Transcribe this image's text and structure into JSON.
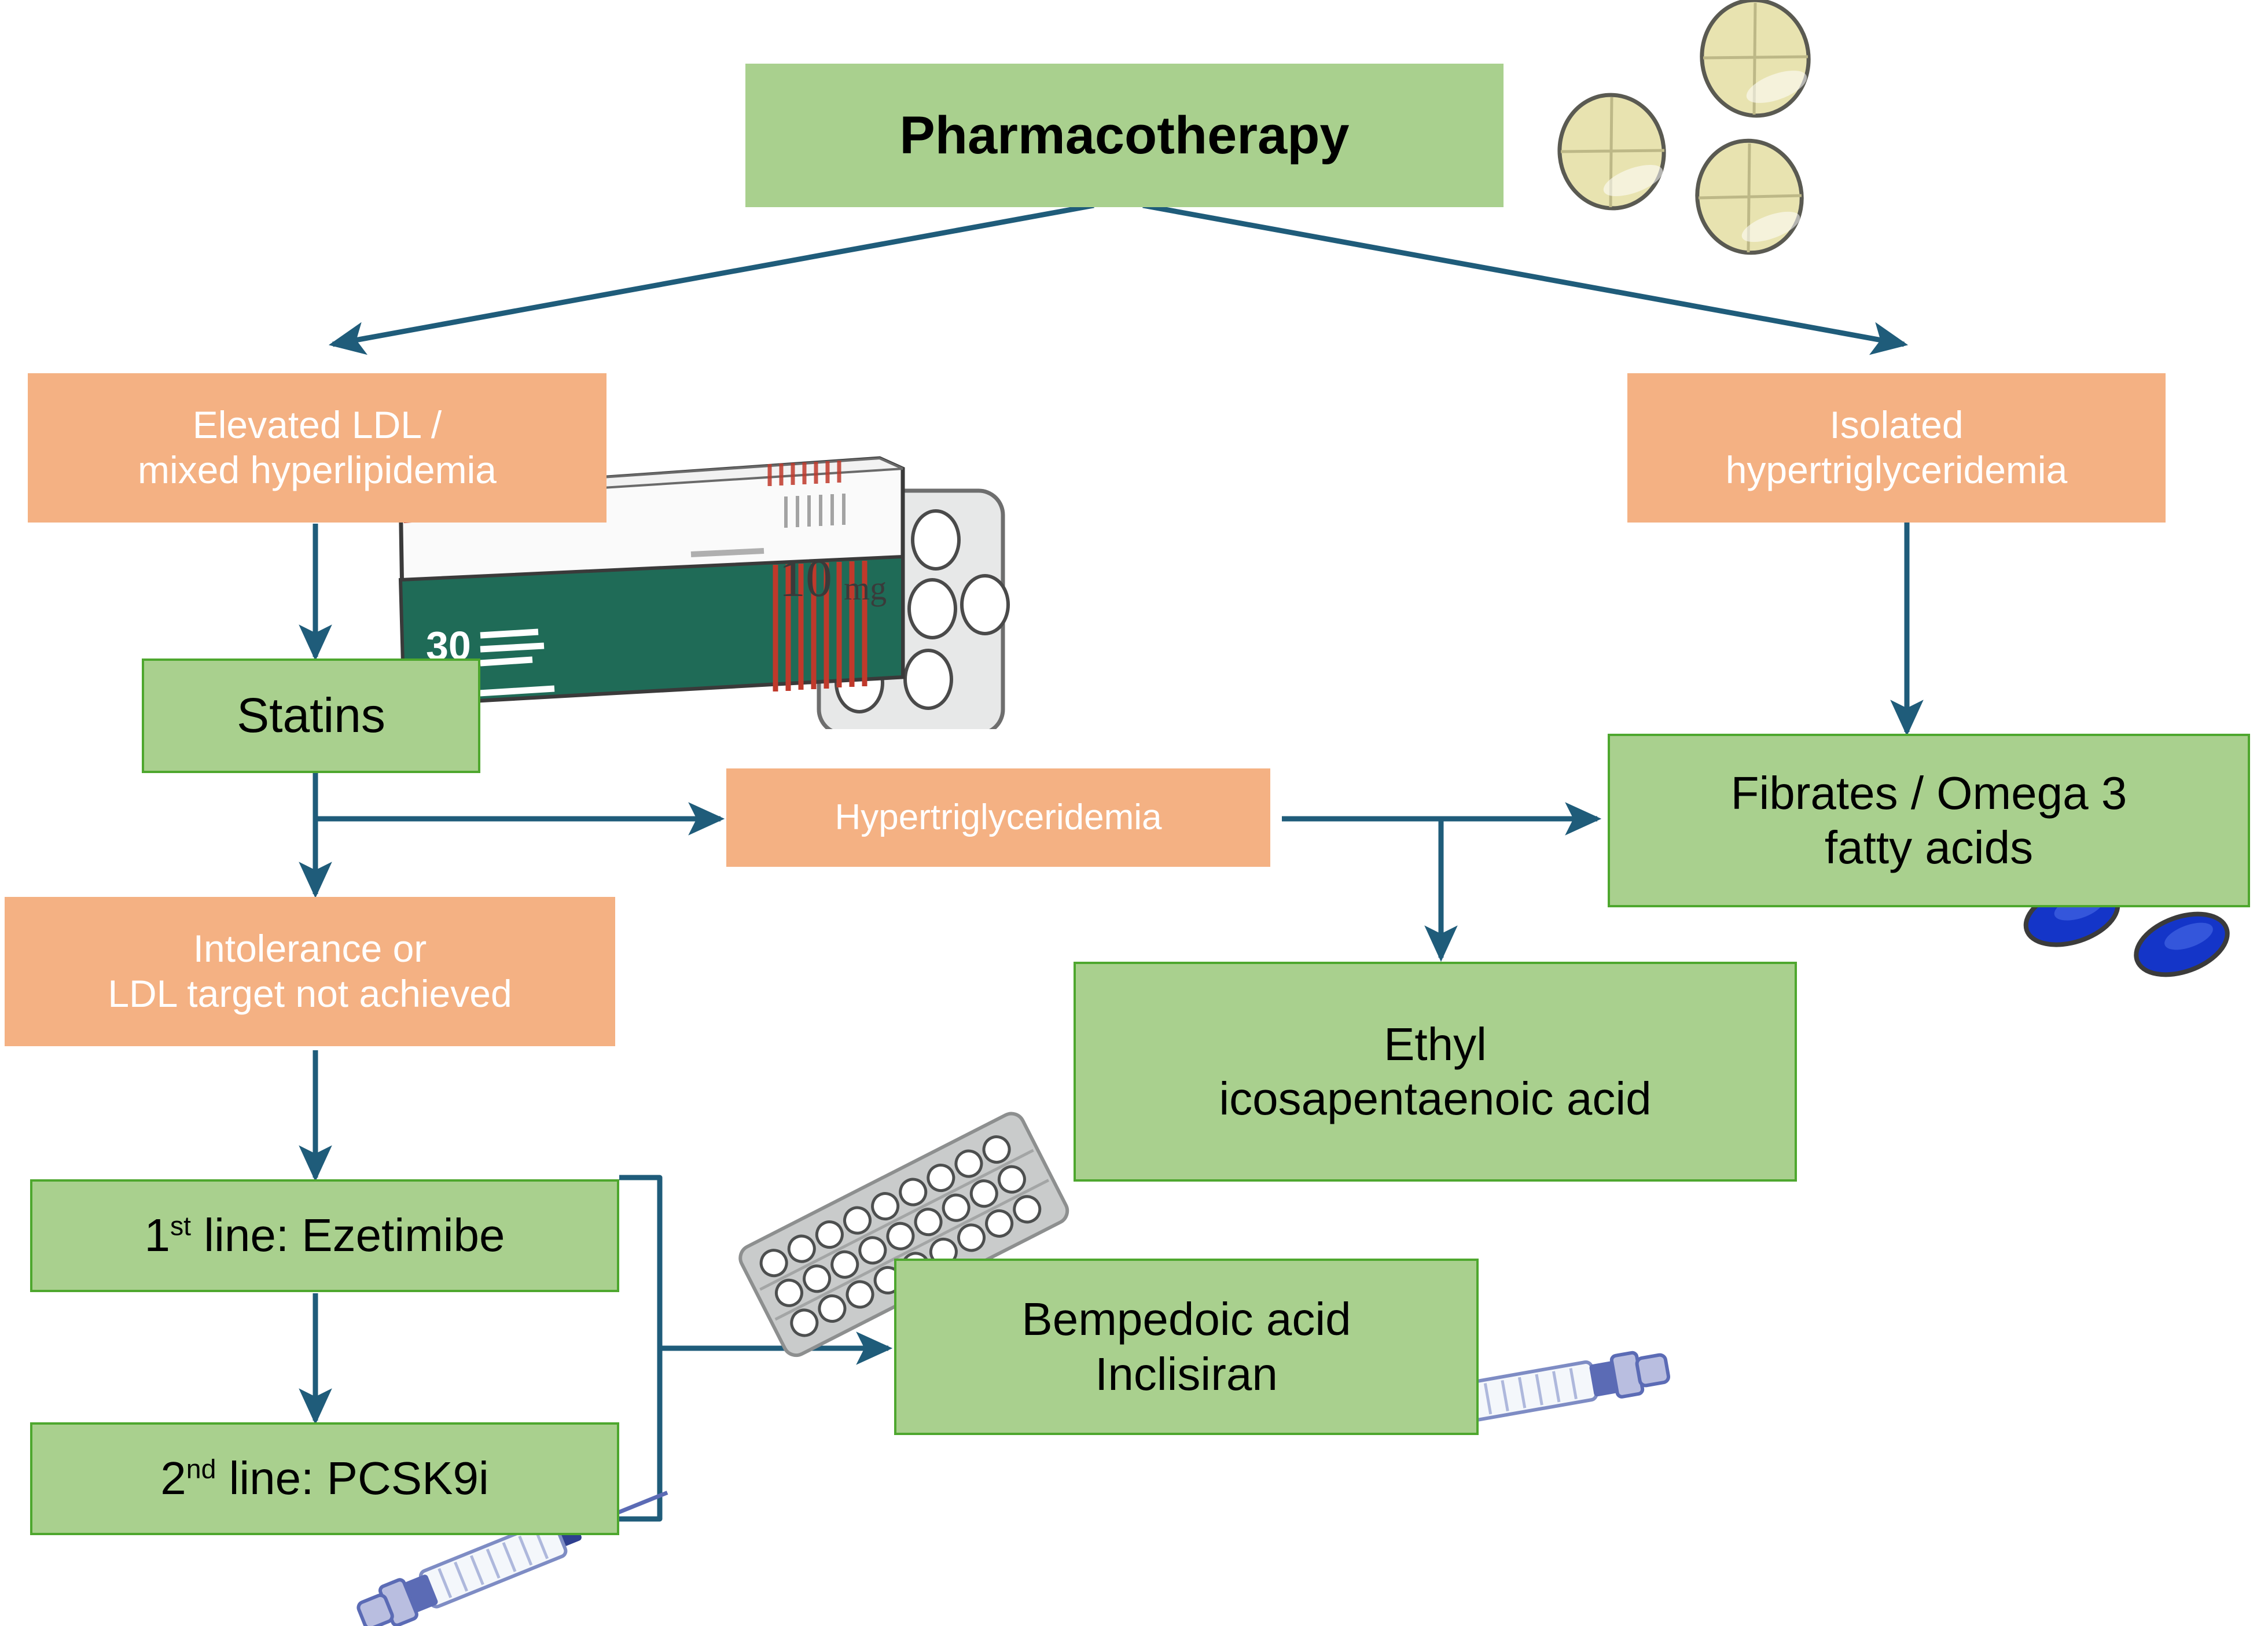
{
  "diagram": {
    "title": "Pharmacotherapy",
    "accent_arrow_color": "#1F5C7A",
    "green_fill": "#A9D08E",
    "green_border": "#4EA72E",
    "salmon_fill": "#F4B183",
    "condition_text_color": "#FFFFFF",
    "drug_text_color": "#000000"
  },
  "nodes": {
    "root": {
      "label": "Pharmacotherapy",
      "kind": "drug-class"
    },
    "elevated_ldl": {
      "label": "Elevated LDL /\nmixed hyperlipidemia",
      "kind": "condition"
    },
    "isolated_htg": {
      "label": "Isolated\nhypertriglyceridemia",
      "kind": "condition"
    },
    "statins": {
      "label": "Statins",
      "kind": "drug"
    },
    "hypertriglyceridemia": {
      "label": "Hypertriglyceridemia",
      "kind": "condition"
    },
    "fibrates_omega3": {
      "label": "Fibrates / Omega 3\nfatty acids",
      "kind": "drug"
    },
    "intolerance": {
      "label": "Intolerance or\nLDL target not achieved",
      "kind": "condition"
    },
    "ethyl_epa": {
      "label": "Ethyl\nicosapentaenoic acid",
      "kind": "drug"
    },
    "first_line": {
      "prefix": "1",
      "sup": "st",
      "suffix": " line: Ezetimibe",
      "label": "1st line: Ezetimibe",
      "kind": "drug"
    },
    "second_line": {
      "prefix": "2",
      "sup": "nd",
      "suffix": " line: PCSK9i",
      "label": "2nd line: PCSK9i",
      "kind": "drug"
    },
    "bempedoic": {
      "label": "Bempedoic acid\nInclisiran",
      "kind": "drug"
    }
  },
  "artwork": {
    "tablets": {
      "name": "scored-tablets",
      "count": 3,
      "color": "#E8E3B0",
      "note": "cross-scored round tablets"
    },
    "medicine_box": {
      "name": "medicine-carton",
      "strength": "10mg",
      "count": "30",
      "body_color": "#1F6B57",
      "accent_color": "#C0392B"
    },
    "blister_small": {
      "name": "blister-pack-tablets"
    },
    "blister_large": {
      "name": "blister-pack-strip"
    },
    "softgels": {
      "name": "omega3-softgel-capsules",
      "count": 3,
      "color": "#1435C8"
    },
    "syringe_left": {
      "name": "syringe"
    },
    "syringe_right": {
      "name": "syringe"
    }
  }
}
